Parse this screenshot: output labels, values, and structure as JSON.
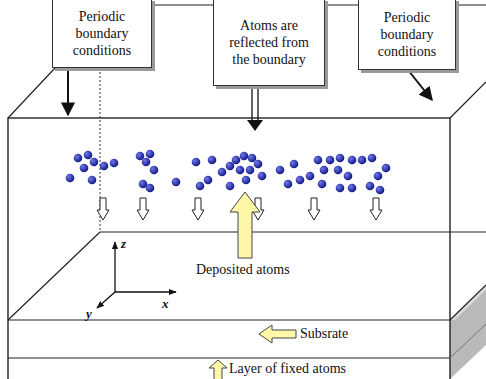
{
  "diagram": {
    "nodes": [
      {
        "text": [
          "Periodic boundary conditions"
        ]
      },
      {
        "text": [
          "Atoms are reflected from the boundary"
        ]
      },
      {
        "text": [
          "Periodic boundary conditions"
        ]
      }
    ],
    "labels": [
      "z",
      "y",
      "x",
      "Deposited atoms",
      "Subsrate",
      "Layer of fixed atoms"
    ]
  }
}
